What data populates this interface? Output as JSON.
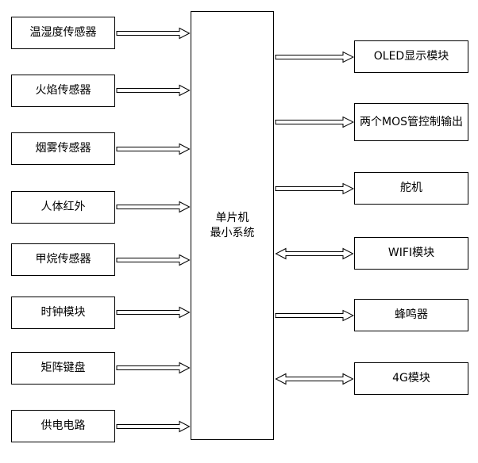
{
  "diagram": {
    "center": {
      "lines": [
        "单片机",
        "最小系统"
      ]
    },
    "left": [
      {
        "label": "温湿度传感器",
        "arrow": "right"
      },
      {
        "label": "火焰传感器",
        "arrow": "right"
      },
      {
        "label": "烟雾传感器",
        "arrow": "right"
      },
      {
        "label": "人体红外",
        "arrow": "right"
      },
      {
        "label": "甲烷传感器",
        "arrow": "right"
      },
      {
        "label": "时钟模块",
        "arrow": "right"
      },
      {
        "label": "矩阵键盘",
        "arrow": "right"
      },
      {
        "label": "供电电路",
        "arrow": "right"
      }
    ],
    "right": [
      {
        "label": "OLED显示模块",
        "arrow": "right"
      },
      {
        "label": "两个MOS管控制输出",
        "arrow": "right"
      },
      {
        "label": "舵机",
        "arrow": "right"
      },
      {
        "label": "WIFI模块",
        "arrow": "both"
      },
      {
        "label": "蜂鸣器",
        "arrow": "right"
      },
      {
        "label": "4G模块",
        "arrow": "both"
      }
    ],
    "colors": {
      "line": "#000000",
      "box_fill": "#ffffff",
      "background": "#ffffff"
    }
  }
}
